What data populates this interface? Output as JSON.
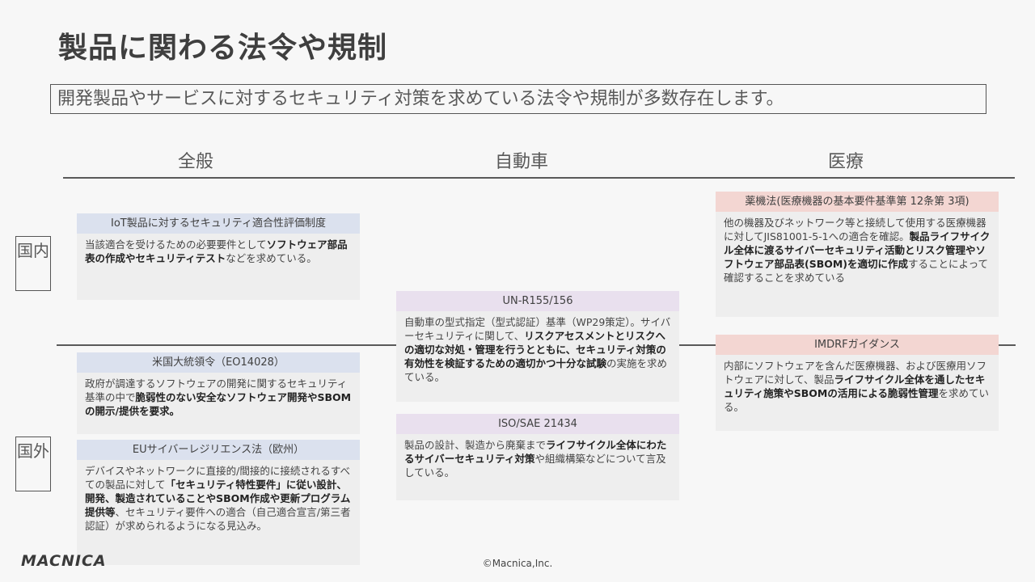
{
  "title": "製品に関わる法令や規制",
  "subtitle": "開発製品やサービスに対するセキュリティ対策を求めている法令や規制が多数存在します。",
  "columns": {
    "general": "全般",
    "automotive": "自動車",
    "medical": "医療"
  },
  "regions": {
    "domestic": "国内",
    "overseas": "国外"
  },
  "boxes": {
    "iot": {
      "header": "IoT製品に対するセキュリティ適合性評価制度",
      "p1": "当該適合を受けるための必要要件として",
      "b1": "ソフトウェア部品表の作成やセキュリティテスト",
      "p2": "などを求めている。"
    },
    "eo": {
      "header": "米国大統領令（EO14028）",
      "p1": "政府が調達するソフトウェアの開発に関するセキュリティ基準の中で",
      "b1": "脆弱性のない安全なソフトウェア開発やSBOMの開示/提供を要求。"
    },
    "eu": {
      "header": "EUサイバーレジリエンス法（欧州）",
      "p1": "デバイスやネットワークに直接的/間接的に接続されるすべての製品に対して",
      "b1": "「セキュリティ特性要件」に従い設計、開発、製造されていることやSBOM作成や更新プログラム提供等",
      "p2": "、セキュリティ要件への適合（自己適合宣言/第三者認証）が求められるようになる見込み。"
    },
    "unr": {
      "header": "UN-R155/156",
      "p1": "自動車の型式指定（型式認証）基準（WP29策定）。サイバーセキュリティに関して、",
      "b1": "リスクアセスメントとリスクへの適切な対処・管理を行うとともに、セキュリティ対策の有効性を検証するための適切かつ十分な試験",
      "p2": "の実施を求めている。"
    },
    "iso": {
      "header": "ISO/SAE 21434",
      "p1": "製品の設計、製造から廃棄まで",
      "b1": "ライフサイクル全体にわたるサイバーセキュリティ対策",
      "p2": "や組織構築などについて言及している。"
    },
    "yakki": {
      "header": "薬機法(医療機器の基本要件基準第 12条第 3項)",
      "p1": "他の機器及びネットワーク等と接続して使用する医療機器に対してJIS81001-5-1への適合を確認。",
      "b1": "製品ライフサイクル全体に渡るサイバーセキュリティ活動とリスク管理やソフトウェア部品表(SBOM)を適切に作成",
      "p2": "することによって確認することを求めている"
    },
    "imdrf": {
      "header": "IMDRFガイダンス",
      "p1": "内部にソフトウェアを含んだ医療機器、および医療用ソフトウェアに対して、製品",
      "b1": "ライフサイクル全体を通したセキュリティ施策やSBOMの活用による脆弱性管理",
      "p2": "を求めている。"
    }
  },
  "footer": "©Macnica,Inc.",
  "logo": "MACNICA"
}
